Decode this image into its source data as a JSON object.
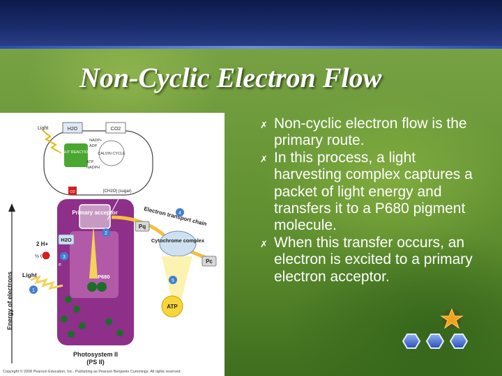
{
  "slide": {
    "title": "Non-Cyclic Electron Flow",
    "bullets": [
      "Non-cyclic electron flow is the primary route.",
      "In this process, a light harvesting complex captures a packet of light energy and transfers it to a P680 pigment molecule.",
      "When this transfer occurs, an electron is excited to a primary electron acceptor."
    ],
    "bullet_icon": "x-mark-icon",
    "colors": {
      "title": "#ffffff",
      "text": "#ffffff",
      "top_band": "#1b2d6e",
      "background": "#6c9a3a"
    }
  },
  "figure": {
    "inset": {
      "h2o": "H2O",
      "co2": "CO2",
      "light": "Light",
      "nadp": "NADP+",
      "adp": "ADP",
      "light_reactions": "LIGHT REACTIONS",
      "calvin_cycle": "CALVIN CYCLE",
      "atp": "ATP",
      "nadph": "NADPH",
      "o2": "O2",
      "sugar": "[CH2O] (sugar)"
    },
    "labels": {
      "primary_acceptor": "Primary acceptor",
      "electron_transport_chain": "Electron transport chain",
      "pq": "Pq",
      "cytochrome_complex": "Cytochrome complex",
      "pc": "Pc",
      "atp": "ATP",
      "h2o": "H2O",
      "two_h": "2 H+",
      "half_o2": "½ O2",
      "light": "Light",
      "p680": "P680",
      "energy_axis": "Energy of electrons",
      "photosystem": "Photosystem II",
      "photosystem_abbr": "(PS II)",
      "e": "e",
      "copyright": "Copyright © 2008 Pearson Education, Inc., Publishing as Pearson Benjamin Cummings. All rights reserved."
    },
    "steps": [
      "1",
      "2",
      "3",
      "4",
      "5"
    ]
  },
  "logo": {
    "icon": "star-hexagons-logo"
  }
}
